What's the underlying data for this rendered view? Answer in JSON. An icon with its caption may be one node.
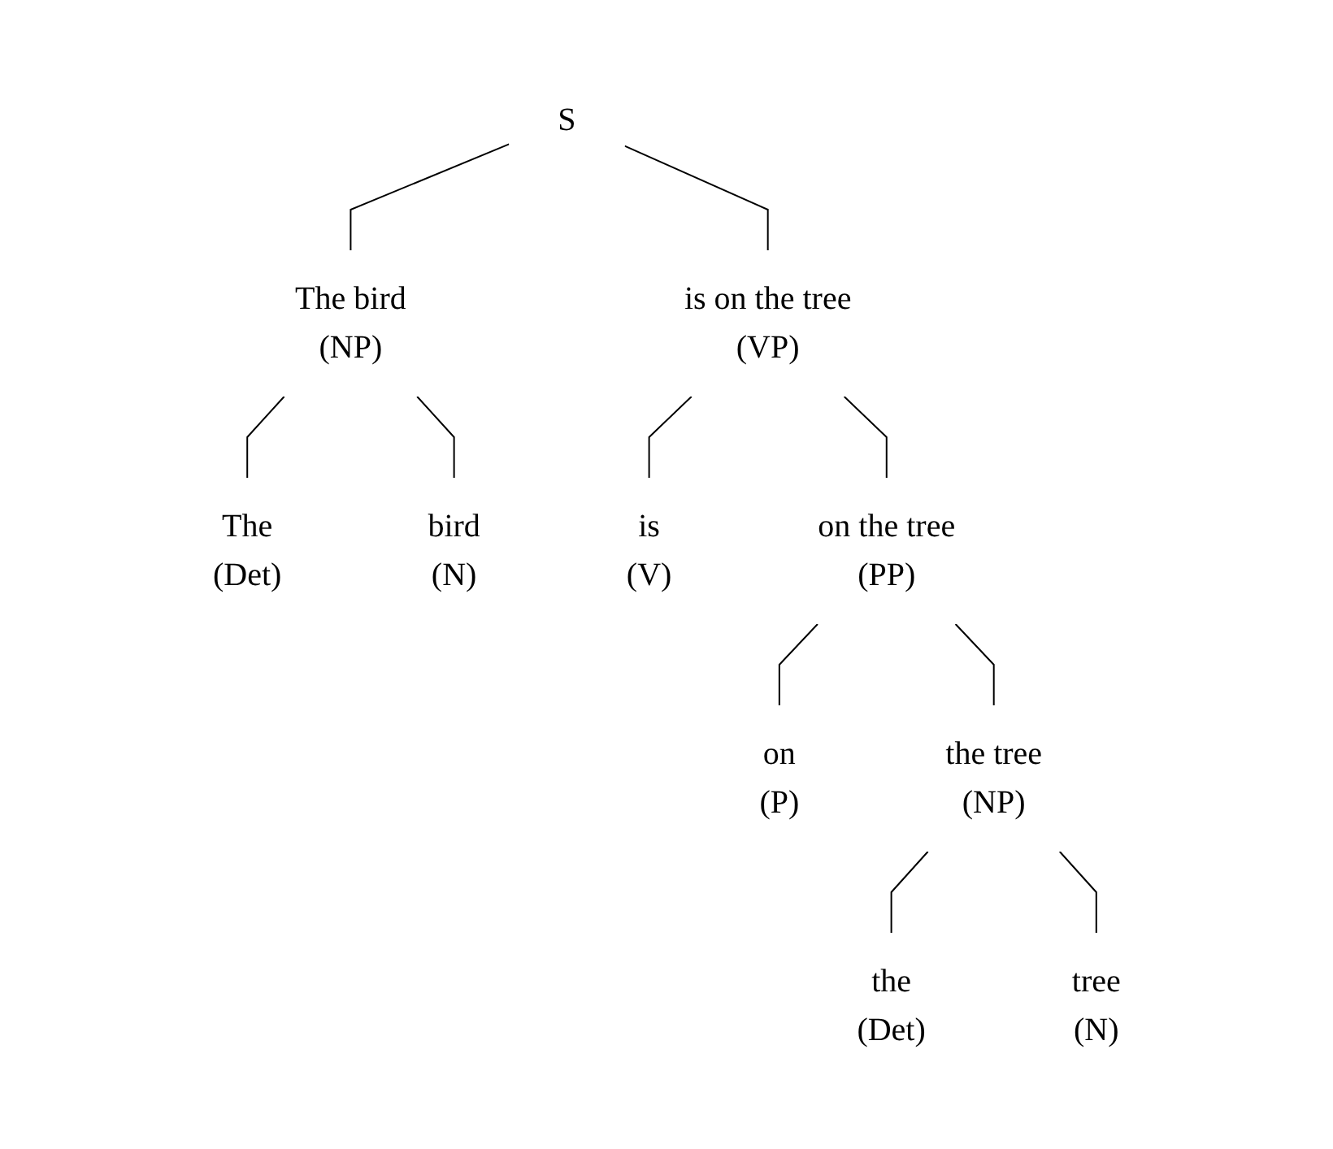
{
  "diagram": {
    "nodes": [
      {
        "text": [
          "S"
        ]
      },
      {
        "text": [
          "The bird",
          "(NP)"
        ]
      },
      {
        "text": [
          "is on the tree",
          "(VP)"
        ]
      },
      {
        "text": [
          "The",
          "(Det)"
        ]
      },
      {
        "text": [
          "bird",
          "(N)"
        ]
      },
      {
        "text": [
          "is",
          "(V)"
        ]
      },
      {
        "text": [
          "on the tree",
          "(PP)"
        ]
      },
      {
        "text": [
          "on",
          "(P)"
        ]
      },
      {
        "text": [
          "the tree",
          "(NP)"
        ]
      },
      {
        "text": [
          "the",
          "(Det)"
        ]
      },
      {
        "text": [
          "tree",
          "(N)"
        ]
      }
    ],
    "edges": [
      {
        "from": 0,
        "to": 1,
        "arrow": "none"
      },
      {
        "from": 0,
        "to": 2,
        "arrow": "none"
      },
      {
        "from": 1,
        "to": 3,
        "arrow": "none"
      },
      {
        "from": 1,
        "to": 4,
        "arrow": "none"
      },
      {
        "from": 2,
        "to": 5,
        "arrow": "none"
      },
      {
        "from": 2,
        "to": 6,
        "arrow": "none"
      },
      {
        "from": 6,
        "to": 7,
        "arrow": "none"
      },
      {
        "from": 6,
        "to": 8,
        "arrow": "none"
      },
      {
        "from": 8,
        "to": 9,
        "arrow": "none"
      },
      {
        "from": 8,
        "to": 10,
        "arrow": "none"
      }
    ]
  }
}
